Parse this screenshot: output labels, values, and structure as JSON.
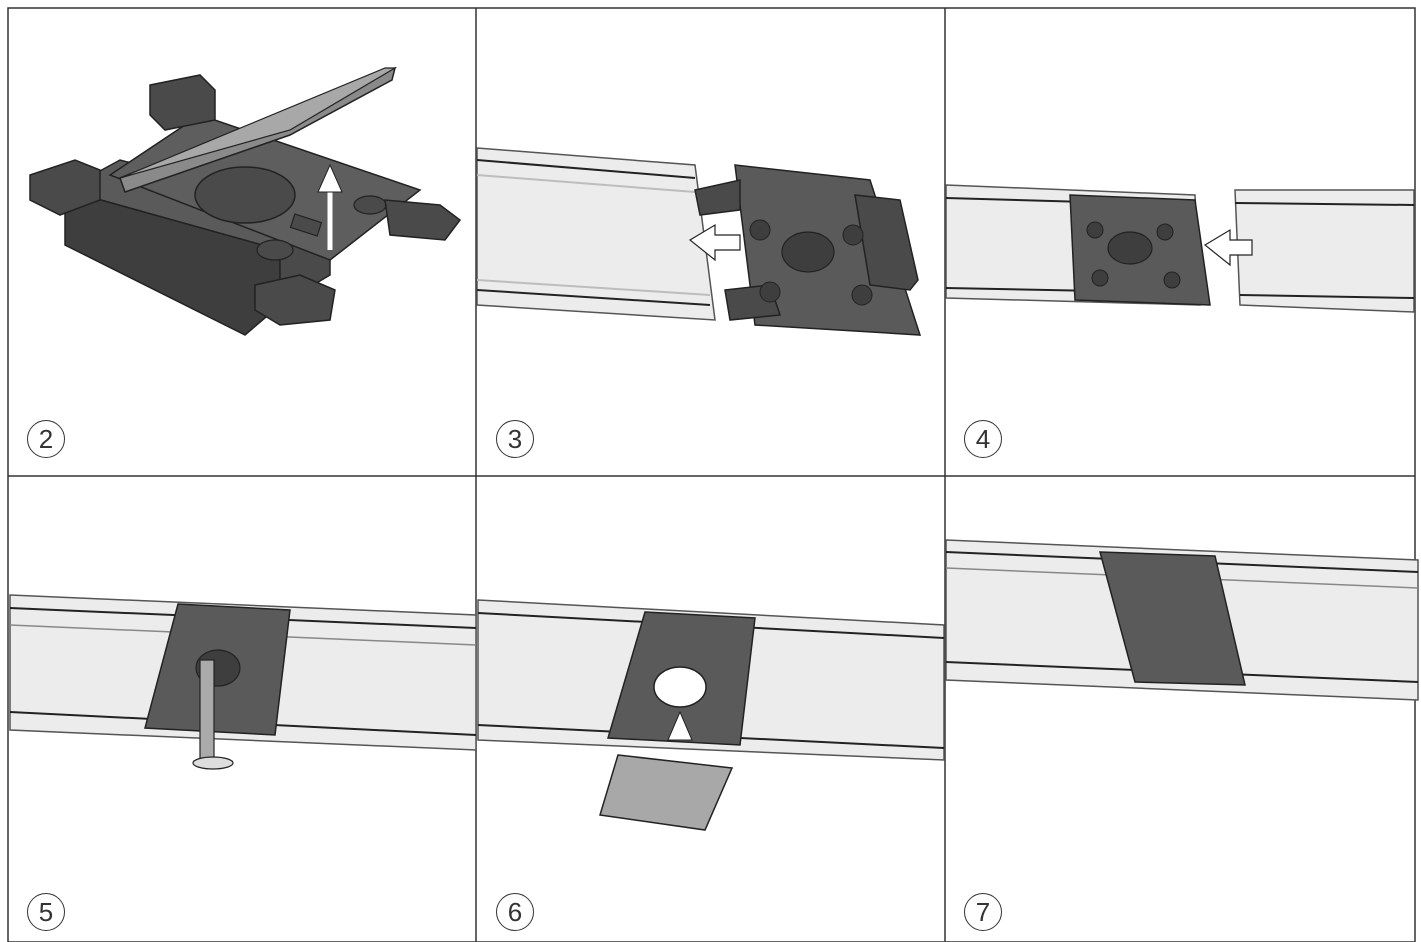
{
  "steps": [
    {
      "number": "2"
    },
    {
      "number": "3"
    },
    {
      "number": "4"
    },
    {
      "number": "5"
    },
    {
      "number": "6"
    },
    {
      "number": "7"
    }
  ],
  "colors": {
    "border": "#333333",
    "connector": "#5a5a5a",
    "connector_dark": "#3e3e3e",
    "rail": "#ececec",
    "rail_edge": "#bdbdbd",
    "cover": "#a8a8a8",
    "arrow_fill": "#ffffff"
  }
}
